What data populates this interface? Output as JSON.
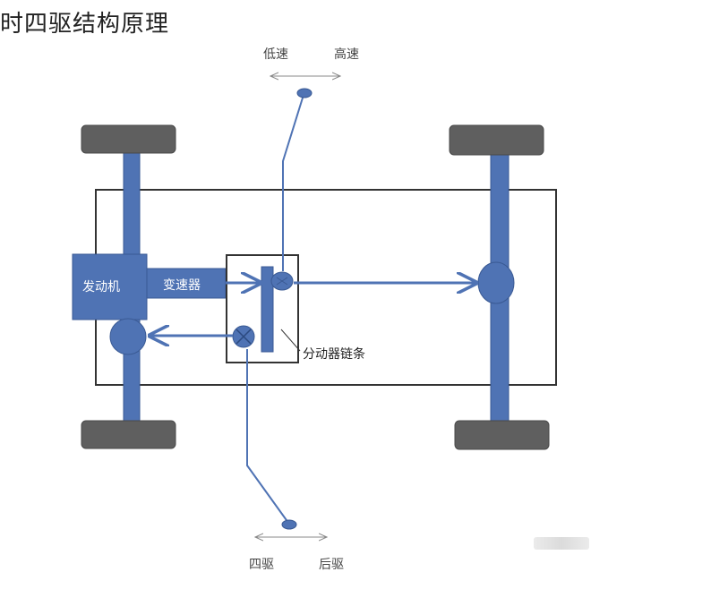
{
  "title": "时四驱结构原理",
  "labels": {
    "engine": "发动机",
    "transmission": "变速器",
    "transfer_chain": "分动器链条",
    "low_speed": "低速",
    "high_speed": "高速",
    "four_wheel": "四驱",
    "rear_wheel": "后驱"
  },
  "colors": {
    "component_blue": "#4f73b4",
    "component_edge": "#3a5a94",
    "tire_gray": "#5f5f5f",
    "frame_line": "#333333"
  }
}
